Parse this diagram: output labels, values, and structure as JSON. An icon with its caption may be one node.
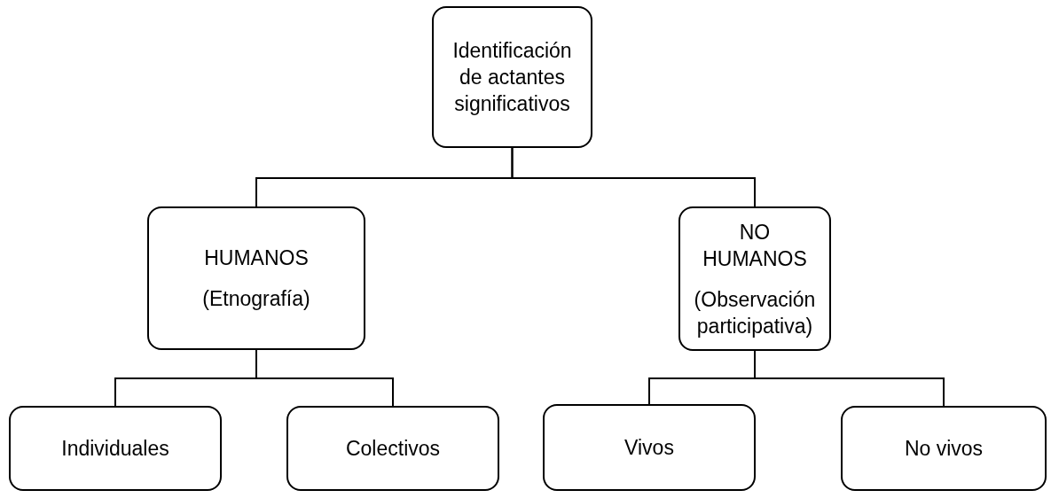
{
  "diagram": {
    "nodes": [
      {
        "text": [
          "Identificación de actantes significativos"
        ]
      },
      {
        "text": [
          "HUMANOS",
          "(Etnografía)"
        ]
      },
      {
        "text": [
          "NO HUMANOS",
          "(Observación participativa)"
        ]
      },
      {
        "text": [
          "Individuales"
        ]
      },
      {
        "text": [
          "Colectivos"
        ]
      },
      {
        "text": [
          "Vivos"
        ]
      },
      {
        "text": [
          "No vivos"
        ]
      }
    ],
    "edges": [
      {
        "from": 0,
        "to": 1,
        "arrow": "none"
      },
      {
        "from": 0,
        "to": 2,
        "arrow": "none"
      },
      {
        "from": 1,
        "to": 3,
        "arrow": "none"
      },
      {
        "from": 1,
        "to": 4,
        "arrow": "none"
      },
      {
        "from": 2,
        "to": 5,
        "arrow": "none"
      },
      {
        "from": 2,
        "to": 6,
        "arrow": "none"
      }
    ]
  }
}
